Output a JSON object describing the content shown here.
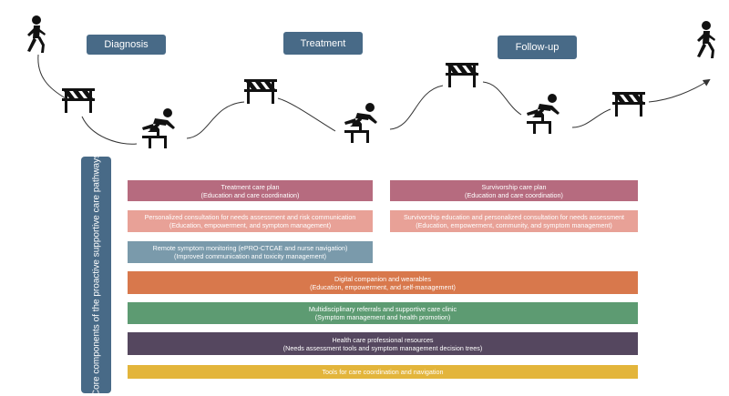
{
  "stages": {
    "diagnosis": "Diagnosis",
    "treatment": "Treatment",
    "followup": "Follow-up"
  },
  "side_label": "Core components of the proactive supportive care pathways",
  "components": [
    {
      "title": "Treatment care plan",
      "sub": "(Education and care coordination)",
      "color": "#b66b7f"
    },
    {
      "title": "Survivorship care plan",
      "sub": "(Education and care coordination)",
      "color": "#b66b7f"
    },
    {
      "title": "Personalized consultation for needs assessment and risk communication",
      "sub": "(Education, empowerment, and symptom management)",
      "color": "#e8a197"
    },
    {
      "title": "Survivorship education and personalized consultation for needs assessment",
      "sub": "(Education, empowerment, community, and symptom management)",
      "color": "#e8a197"
    },
    {
      "title": "Remote symptom monitoring (ePRO-CTCAE and nurse navigation)",
      "sub": "(Improved communication and toxicity management)",
      "color": "#7a9aab"
    },
    {
      "title": "Digital companion and wearables",
      "sub": "(Education, empowerment, and self-management)",
      "color": "#d8784c"
    },
    {
      "title": "Multidisciplinary referrals and supportive care clinic",
      "sub": "(Symptom management and health promotion)",
      "color": "#5d9b72"
    },
    {
      "title": "Health care professional resources",
      "sub": "(Needs assessment tools and symptom management decision trees)",
      "color": "#55475f"
    },
    {
      "title": "Tools for care coordination and navigation",
      "sub": "",
      "color": "#e3b53b"
    }
  ],
  "icons": {
    "walker": "walking-person-icon",
    "hurdle": "hurdle-barrier-icon",
    "jumper": "hurdle-jumping-person-icon"
  },
  "colors": {
    "label_bg": "#486a87",
    "icon": "#111111"
  }
}
